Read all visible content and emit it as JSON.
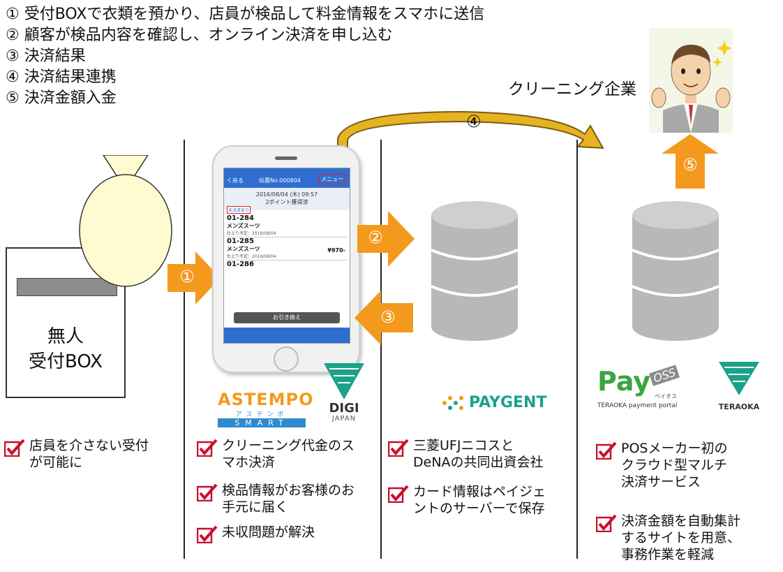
{
  "legend": [
    "① 受付BOXで衣類を預かり、店員が検品して料金情報をスマホに送信",
    "② 顧客が検品内容を確認し、オンライン決済を申し込む",
    "③ 決済結果",
    "④ 決済結果連携",
    "⑤ 決済金額入金"
  ],
  "cleaning_company_label": "クリーニング企業",
  "box": {
    "label_line1": "無人",
    "label_line2": "受付BOX"
  },
  "arrows": {
    "a1": "①",
    "a2": "②",
    "a3": "③",
    "a4": "④",
    "a5": "⑤"
  },
  "phone": {
    "header_back": "く戻る",
    "header_title": "伝票No.000804",
    "menu_button": "メニュー",
    "date_line": "2016/08/04 (木) 09:57",
    "points_line": "2ポイント獲得済",
    "tag": "未決済あり",
    "items": [
      {
        "id": "01-284",
        "name": "メンズスーツ",
        "due": "仕上り予定：2016/08/04",
        "price": ""
      },
      {
        "id": "01-285",
        "name": "メンズスーツ",
        "due": "仕上り予定：2016/08/04",
        "price": "¥970-"
      },
      {
        "id": "01-286",
        "name": "",
        "due": "",
        "price": ""
      }
    ],
    "bottom_button": "お引き換え"
  },
  "logos": {
    "astempo": "ASTEMPO",
    "astempo_sub": "アステンポ",
    "astempo_smart": "SMART",
    "digi_name": "DIGI",
    "digi_sub": "JAPAN",
    "paygent": "PAYGENT",
    "payoss_pay": "Pay",
    "payoss_oss": "OSS",
    "payoss_kana": "ペイオス",
    "payoss_sub": "TERAOKA payment portal",
    "teraoka": "TERAOKA"
  },
  "col1_checks": [
    "店員を介さない受付\nが可能に"
  ],
  "col2_checks": [
    "クリーニング代金のス\nマホ決済",
    "検品情報がお客様のお\n手元に届く",
    "未収問題が解決"
  ],
  "col3_checks": [
    "三菱UFJニコスと\nDeNAの共同出資会社",
    "カード情報はペイジェ\nントのサーバーで保存"
  ],
  "col4_checks": [
    "POSメーカー初の\nクラウド型マルチ\n決済サービス",
    "決済金額を自動集計\nするサイトを用意、\n事務作業を軽減"
  ],
  "colors": {
    "orange": "#f39a1e",
    "check_red": "#c8102e",
    "db_gray": "#b8b8b8",
    "teal": "#1aa28a"
  }
}
